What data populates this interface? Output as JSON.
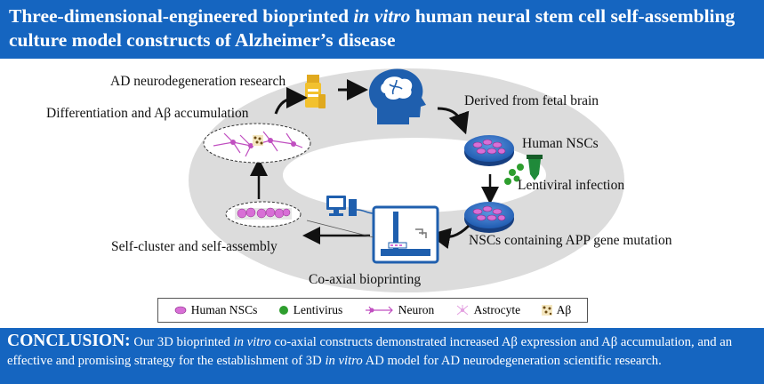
{
  "title": {
    "part1": "Three-dimensional-engineered bioprinted ",
    "italic": "in vitro",
    "part2": " human neural stem cell self-assembling culture model constructs of Alzheimer’s disease"
  },
  "steps": {
    "ad_research": "AD neurodegeneration research",
    "derived": "Derived from fetal brain",
    "human_nscs": "Human NSCs",
    "lentiviral": "Lentiviral infection",
    "nscs_app": "NSCs containing APP gene mutation",
    "bioprinting": "Co-axial bioprinting",
    "self_cluster": "Self-cluster and self-assembly",
    "differentiation": "Differentiation and Aβ accumulation"
  },
  "legend": {
    "human_nscs": "Human NSCs",
    "lentivirus": "Lentivirus",
    "neuron": "Neuron",
    "astrocyte": "Astrocyte",
    "abeta": "Aβ"
  },
  "conclusion": {
    "head": "CONCLUSION:",
    "t1": " Our 3D bioprinted ",
    "i1": "in vitro",
    "t2": " co-axial constructs demonstrated increased Aβ expression and Aβ accumulation, and an effective and promising strategy for the establishment of 3D ",
    "i2": "in vitro",
    "t3": " AD model for AD neurodegeneration scientific research."
  },
  "colors": {
    "banner": "#1565c0",
    "ring": "#dcdcdc",
    "dish": "#2e6fc9",
    "cell": "#d86fd6",
    "virus": "#2e9e2e",
    "brain": "#1f5fae",
    "bottle": "#f2c12e",
    "tube_green": "#1f8a3a"
  }
}
